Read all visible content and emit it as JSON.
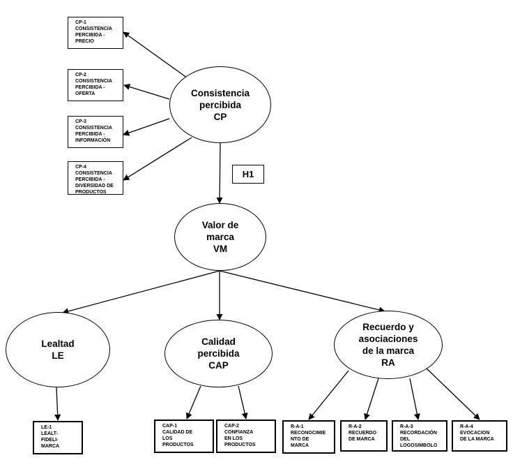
{
  "ellipses": {
    "cp": "Consistencia\npercibida\nCP",
    "vm": "Valor de\nmarca\nVM",
    "le": "Lealtad\nLE",
    "cap": "Calidad\npercibida\nCAP",
    "ra": "Recuerdo y\nasociaciones\nde la marca\nRA"
  },
  "hypothesis": "H1",
  "boxes": {
    "cp1": "CP-1\nCONSISTENCIA\nPERCIBIDA -\nPRECIO",
    "cp2": "CP-2\nCONSISTENCIA\nPERCIBIDA -\nOFERTA",
    "cp3": "CP-3\nCONSISTENCIA\nPERCIBIDA -\nINFORMACIÓN",
    "cp4": "CP-4\nCONSISTENCIA\nPERCIBIDA -\nDIVERSIDAD DE\nPRODUCTOS",
    "le1": "LE-1\nLEALT-\nFIDELI-\nMARCA",
    "cap1": "CAP-1\nCALIDAD DE\nLOS\nPRODUCTOS",
    "cap2": "CAP-2\nCONFIANZA\nEN LOS\nPRODUCTOS",
    "ra1": "R-A-1\nRECONOCIMIE\nNTO DE\nMARCA",
    "ra2": "R-A-2\nRECUERDO\nDE MARCA",
    "ra3": "R-A-3\nRECORDACIÓN\nDEL\nLOGOSIMBOLO",
    "ra4": "R-A-4\nEVOCACION\nDE LA MARCA"
  }
}
